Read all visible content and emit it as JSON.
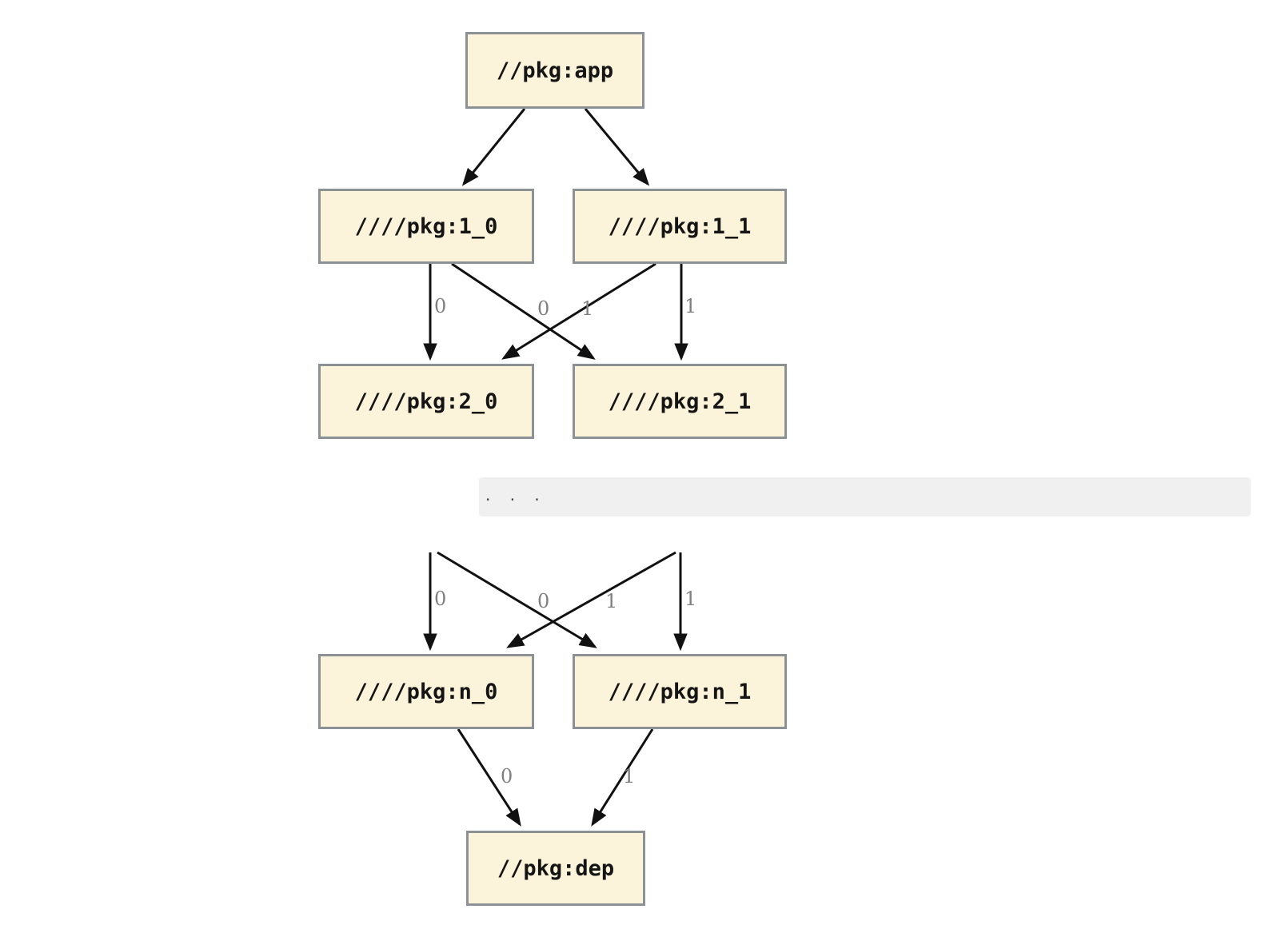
{
  "diagram": {
    "kind": "build-dependency-graph",
    "nodes": {
      "app": {
        "label": "//pkg:app"
      },
      "l1_0": {
        "label": "////pkg:1_0"
      },
      "l1_1": {
        "label": "////pkg:1_1"
      },
      "l2_0": {
        "label": "////pkg:2_0"
      },
      "l2_1": {
        "label": "////pkg:2_1"
      },
      "ln_0": {
        "label": "////pkg:n_0"
      },
      "ln_1": {
        "label": "////pkg:n_1"
      },
      "dep": {
        "label": "//pkg:dep"
      }
    },
    "edge_labels": {
      "row1_to_row2": [
        "0",
        "0",
        "1",
        "1"
      ],
      "elided_to_rown": [
        "0",
        "0",
        "1",
        "1"
      ],
      "rown_to_dep": [
        "0",
        "1"
      ]
    },
    "separator": {
      "text": ".  .  ."
    },
    "colors": {
      "node_fill": "#FCF4DA",
      "node_border": "#8C9196",
      "edge_stroke": "#111111",
      "edge_label": "#7F7F7F",
      "separator_bg": "#F0F0F0",
      "separator_text": "#3C3C3C",
      "page_bg": "#FFFFFF"
    }
  }
}
